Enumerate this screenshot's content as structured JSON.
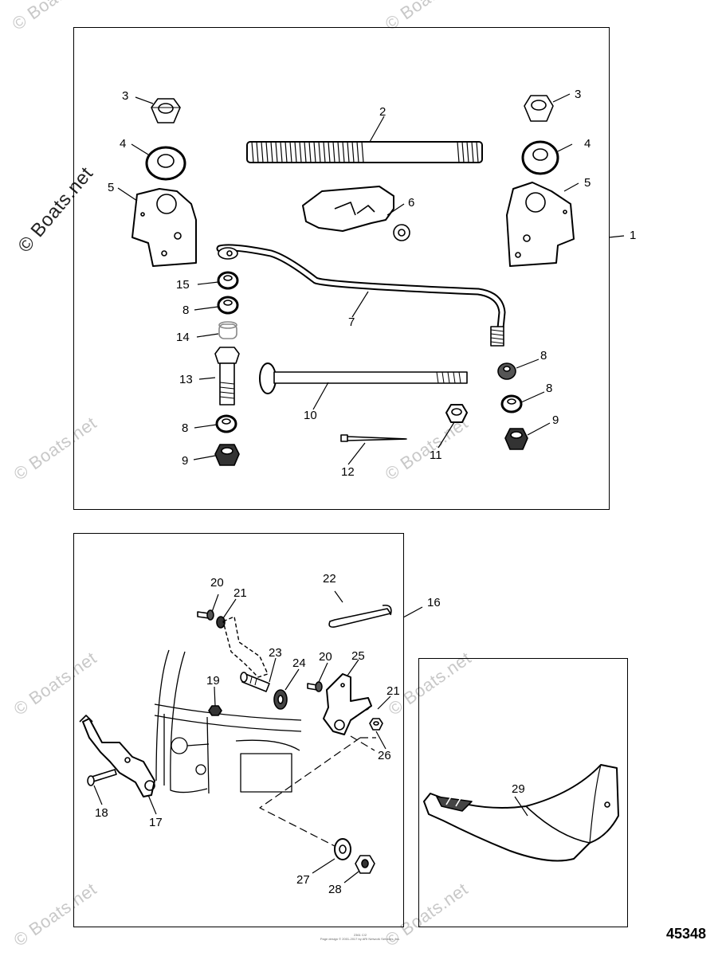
{
  "watermark": "© Boats.net",
  "diagram_number": "45348",
  "footer": {
    "line1": "2361 C/2",
    "line2": "Page design © 2001-2017 by ARI Network Services, Inc."
  },
  "callouts": {
    "c1": "1",
    "c2": "2",
    "c3_left": "3",
    "c3_right": "3",
    "c4_left": "4",
    "c4_right": "4",
    "c5_left": "5",
    "c5_right": "5",
    "c6": "6",
    "c7": "7",
    "c8_a": "8",
    "c8_b": "8",
    "c8_c": "8",
    "c8_d": "8",
    "c9_left": "9",
    "c9_right": "9",
    "c10": "10",
    "c11": "11",
    "c12": "12",
    "c13": "13",
    "c14": "14",
    "c15": "15",
    "c16": "16",
    "c17": "17",
    "c18": "18",
    "c19": "19",
    "c20_a": "20",
    "c20_b": "20",
    "c21_a": "21",
    "c21_b": "21",
    "c22": "22",
    "c23": "23",
    "c24": "24",
    "c25": "25",
    "c26": "26",
    "c27": "27",
    "c28": "28",
    "c29": "29"
  }
}
